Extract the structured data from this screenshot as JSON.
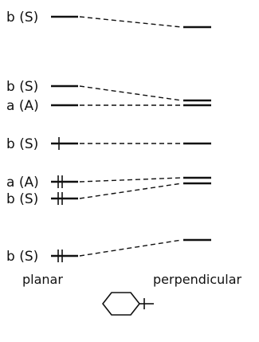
{
  "diagram": {
    "columns": {
      "left": "planar",
      "right": "perpendicular"
    },
    "levels": [
      {
        "label": "b (S)",
        "electrons": 0
      },
      {
        "label": "b (S)",
        "electrons": 0
      },
      {
        "label": "a (A)",
        "electrons": 0
      },
      {
        "label": "b (S)",
        "electrons": 1
      },
      {
        "label": "a (A)",
        "electrons": 2
      },
      {
        "label": "b (S)",
        "electrons": 2
      },
      {
        "label": "b (S)",
        "electrons": 2
      }
    ]
  }
}
